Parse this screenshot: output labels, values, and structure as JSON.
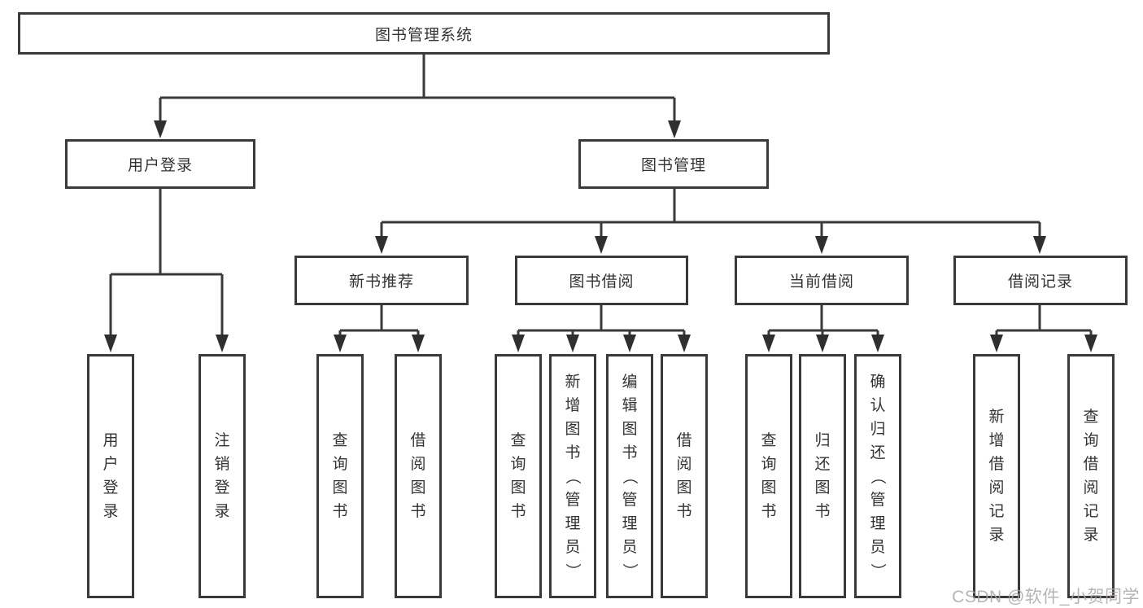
{
  "diagram": {
    "root": {
      "label": "图书管理系统"
    },
    "level2": {
      "user_login": {
        "label": "用户登录"
      },
      "book_mgmt": {
        "label": "图书管理"
      }
    },
    "level3": {
      "new_book": {
        "label": "新书推荐"
      },
      "book_borrow": {
        "label": "图书借阅"
      },
      "current_borrow": {
        "label": "当前借阅"
      },
      "borrow_records": {
        "label": "借阅记录"
      }
    },
    "leaves": {
      "user_login": [
        "用户登录",
        "注销登录"
      ],
      "new_book": [
        "查询图书",
        "借阅图书"
      ],
      "book_borrow": [
        "查询图书",
        "新增图书（管理员）",
        "编辑图书（管理员）",
        "借阅图书"
      ],
      "current_borrow": [
        "查询图书",
        "归还图书",
        "确认归还（管理员）"
      ],
      "borrow_records": [
        "新增借阅记录",
        "查询借阅记录"
      ]
    }
  },
  "watermark": {
    "text": "CSDN @软件_小贺同学"
  },
  "colors": {
    "line": "#3a3a3a",
    "text": "#333333",
    "box_bg": "#ffffff",
    "watermark": "#ada7a7"
  }
}
